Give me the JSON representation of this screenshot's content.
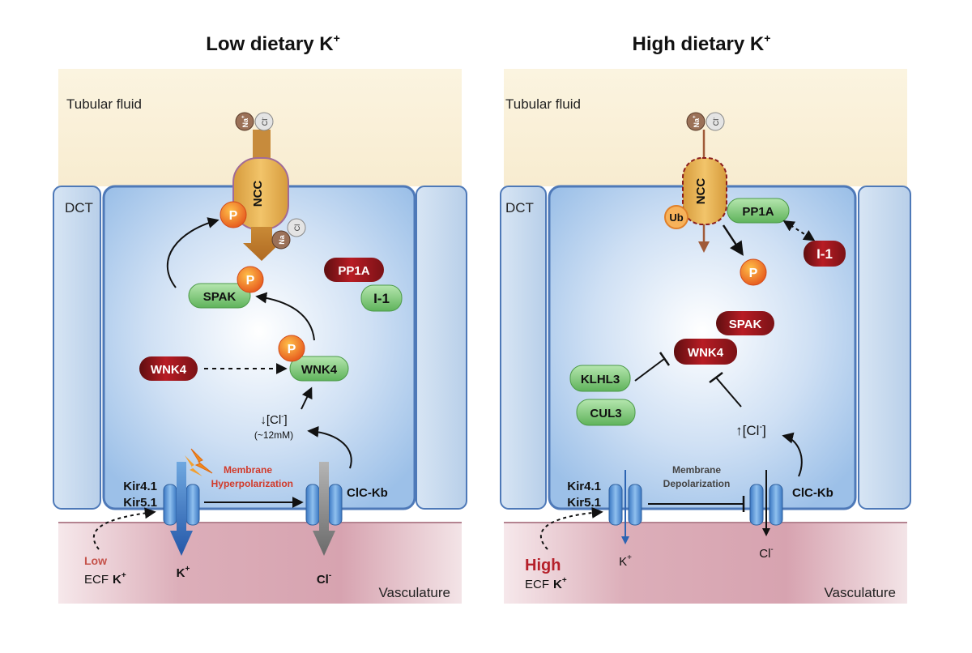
{
  "left": {
    "title": "Low dietary K",
    "title_sup": "+",
    "tubular_fluid": "Tubular fluid",
    "dct": "DCT",
    "vasculature": "Vasculature",
    "ncc": "NCC",
    "na": "Na",
    "na_sup": "+",
    "cl": "Cl",
    "cl_sup": "-",
    "p": "P",
    "spak": "SPAK",
    "pp1a": "PP1A",
    "i1": "I-1",
    "wnk4_inactive": "WNK4",
    "wnk4_active": "WNK4",
    "cl_conc_arrow": "↓",
    "cl_conc_open": "[Cl",
    "cl_conc_sup": "-",
    "cl_conc_close": "]",
    "cl_conc_value": "(~12mM)",
    "kir41": "Kir4.1",
    "kir51": "Kir5.1",
    "membrane_line1": "Membrane",
    "membrane_line2": "Hyperpolarization",
    "clc": "ClC-Kb",
    "k_out": "K",
    "k_out_sup": "+",
    "cl_out": "Cl",
    "cl_out_sup": "-",
    "ecf_level": "Low",
    "ecf_label": "ECF",
    "ecf_k": "K",
    "ecf_k_sup": "+"
  },
  "right": {
    "title": "High dietary K",
    "title_sup": "+",
    "tubular_fluid": "Tubular fluid",
    "dct": "DCT",
    "vasculature": "Vasculature",
    "ncc": "NCC",
    "na": "Na",
    "na_sup": "+",
    "cl": "Cl",
    "cl_sup": "-",
    "ub": "Ub",
    "p": "P",
    "pp1a": "PP1A",
    "i1": "I-1",
    "spak": "SPAK",
    "wnk4": "WNK4",
    "klhl3": "KLHL3",
    "cul3": "CUL3",
    "cl_conc_arrow": "↑",
    "cl_conc_open": "[Cl",
    "cl_conc_sup": "-",
    "cl_conc_close": "]",
    "kir41": "Kir4.1",
    "kir51": "Kir5.1",
    "membrane_line1": "Membrane",
    "membrane_line2": "Depolarization",
    "clc": "ClC-Kb",
    "k_out": "K",
    "k_out_sup": "+",
    "cl_out": "Cl",
    "cl_out_sup": "-",
    "ecf_level": "High",
    "ecf_label": "ECF",
    "ecf_k": "K",
    "ecf_k_sup": "+"
  },
  "colors": {
    "tubular_fluid": "#fbf1da",
    "cell": "#bcd5f1",
    "cell_border": "#4e79b8",
    "vasculature": "#d8aab5",
    "green_pill": "#7cc77a",
    "red_pill": "#a8161e",
    "phospho": "#f08a1c",
    "ncc": "#e3b152",
    "hyperpolarization_text": "#d13a2a",
    "high_low_text": "#b5202a"
  }
}
